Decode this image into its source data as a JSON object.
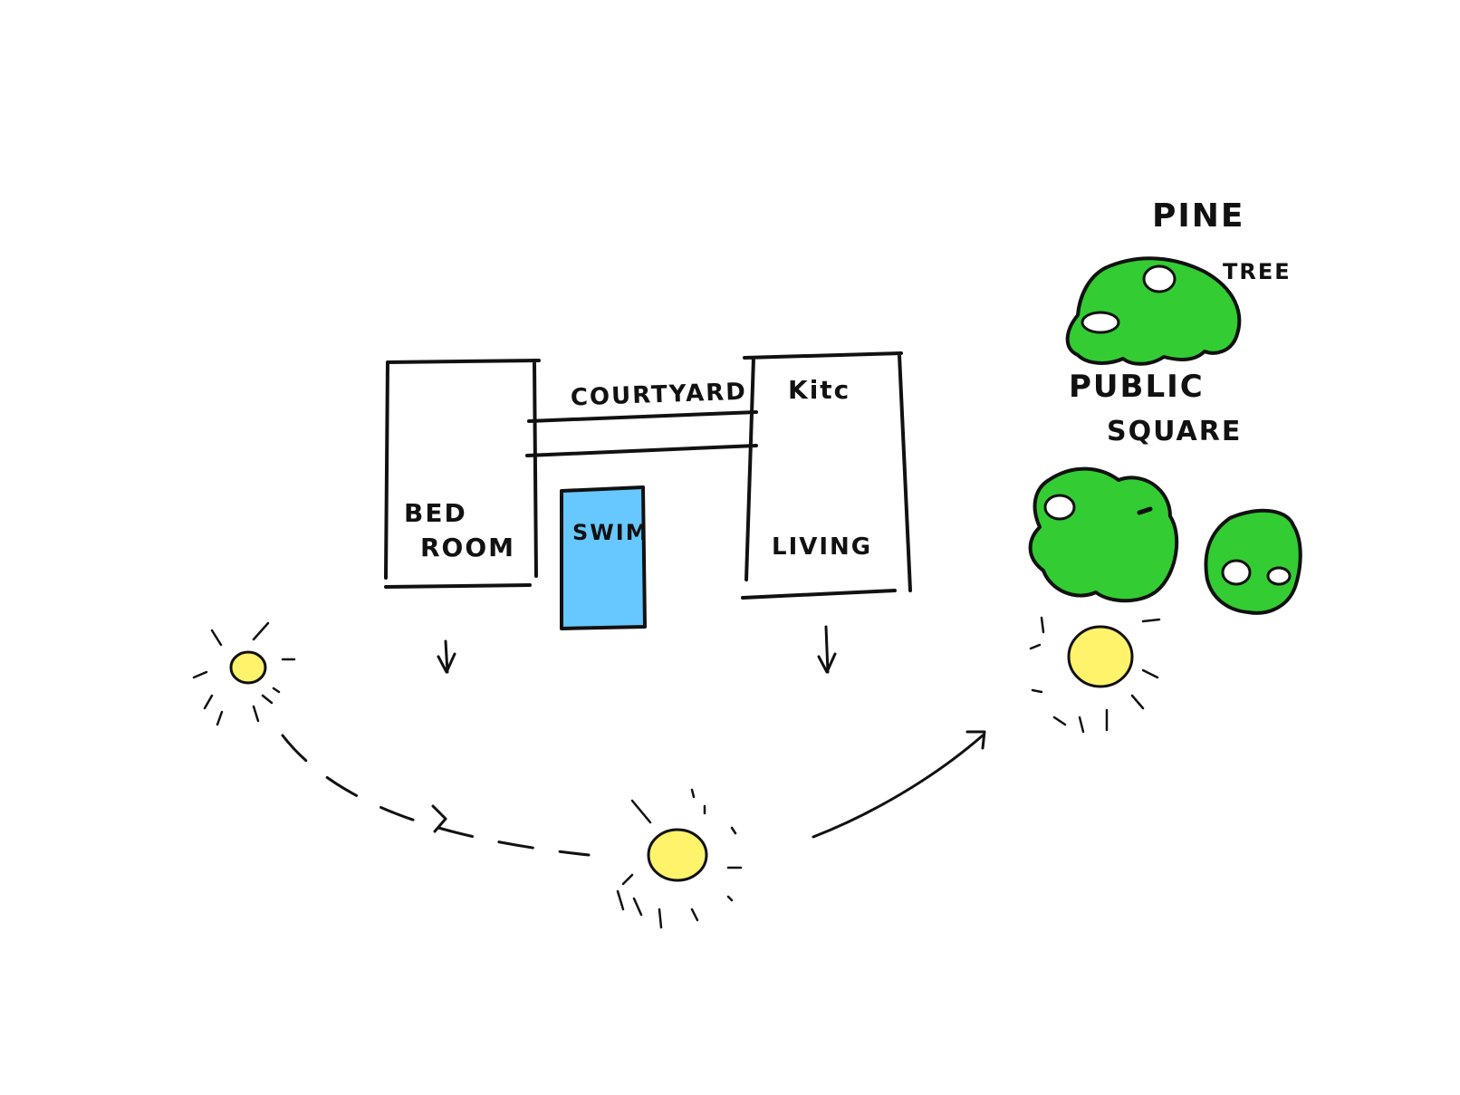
{
  "labels": {
    "courtyard": "COURTYARD",
    "kitchen": "Kitc",
    "bedroom_line1": "BED",
    "bedroom_line2": "ROOM",
    "swim": "SWIM",
    "living": "LIVING",
    "pine_line1": "PINE",
    "pine_line2": "TREE",
    "square_line1": "PUBLIC",
    "square_line2": "SQUARE"
  },
  "colors": {
    "ink": "#111111",
    "pool": "#66c8ff",
    "tree": "#33cc33",
    "sun": "#fff36b"
  },
  "icons": {
    "sun": "sun-icon",
    "tree": "tree-icon",
    "arrow": "arrow-down-icon"
  }
}
